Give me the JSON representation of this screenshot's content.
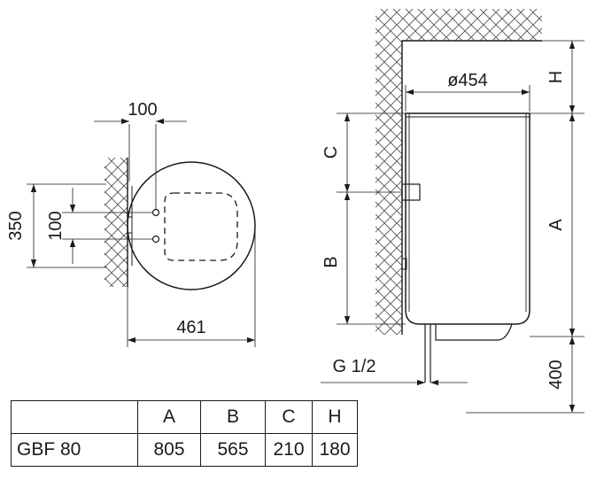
{
  "left_view": {
    "dim_100_top": "100",
    "dim_350": "350",
    "dim_100_side": "100",
    "dim_461": "461"
  },
  "right_view": {
    "dim_diameter": "ø454",
    "label_h": "H",
    "label_c": "C",
    "label_a": "A",
    "label_b": "B",
    "label_g": "G 1/2",
    "dim_400": "400"
  },
  "table": {
    "headers": [
      "",
      "A",
      "B",
      "C",
      "H"
    ],
    "rows": [
      {
        "model": "GBF 80",
        "a": "805",
        "b": "565",
        "c": "210",
        "h": "180"
      }
    ]
  }
}
